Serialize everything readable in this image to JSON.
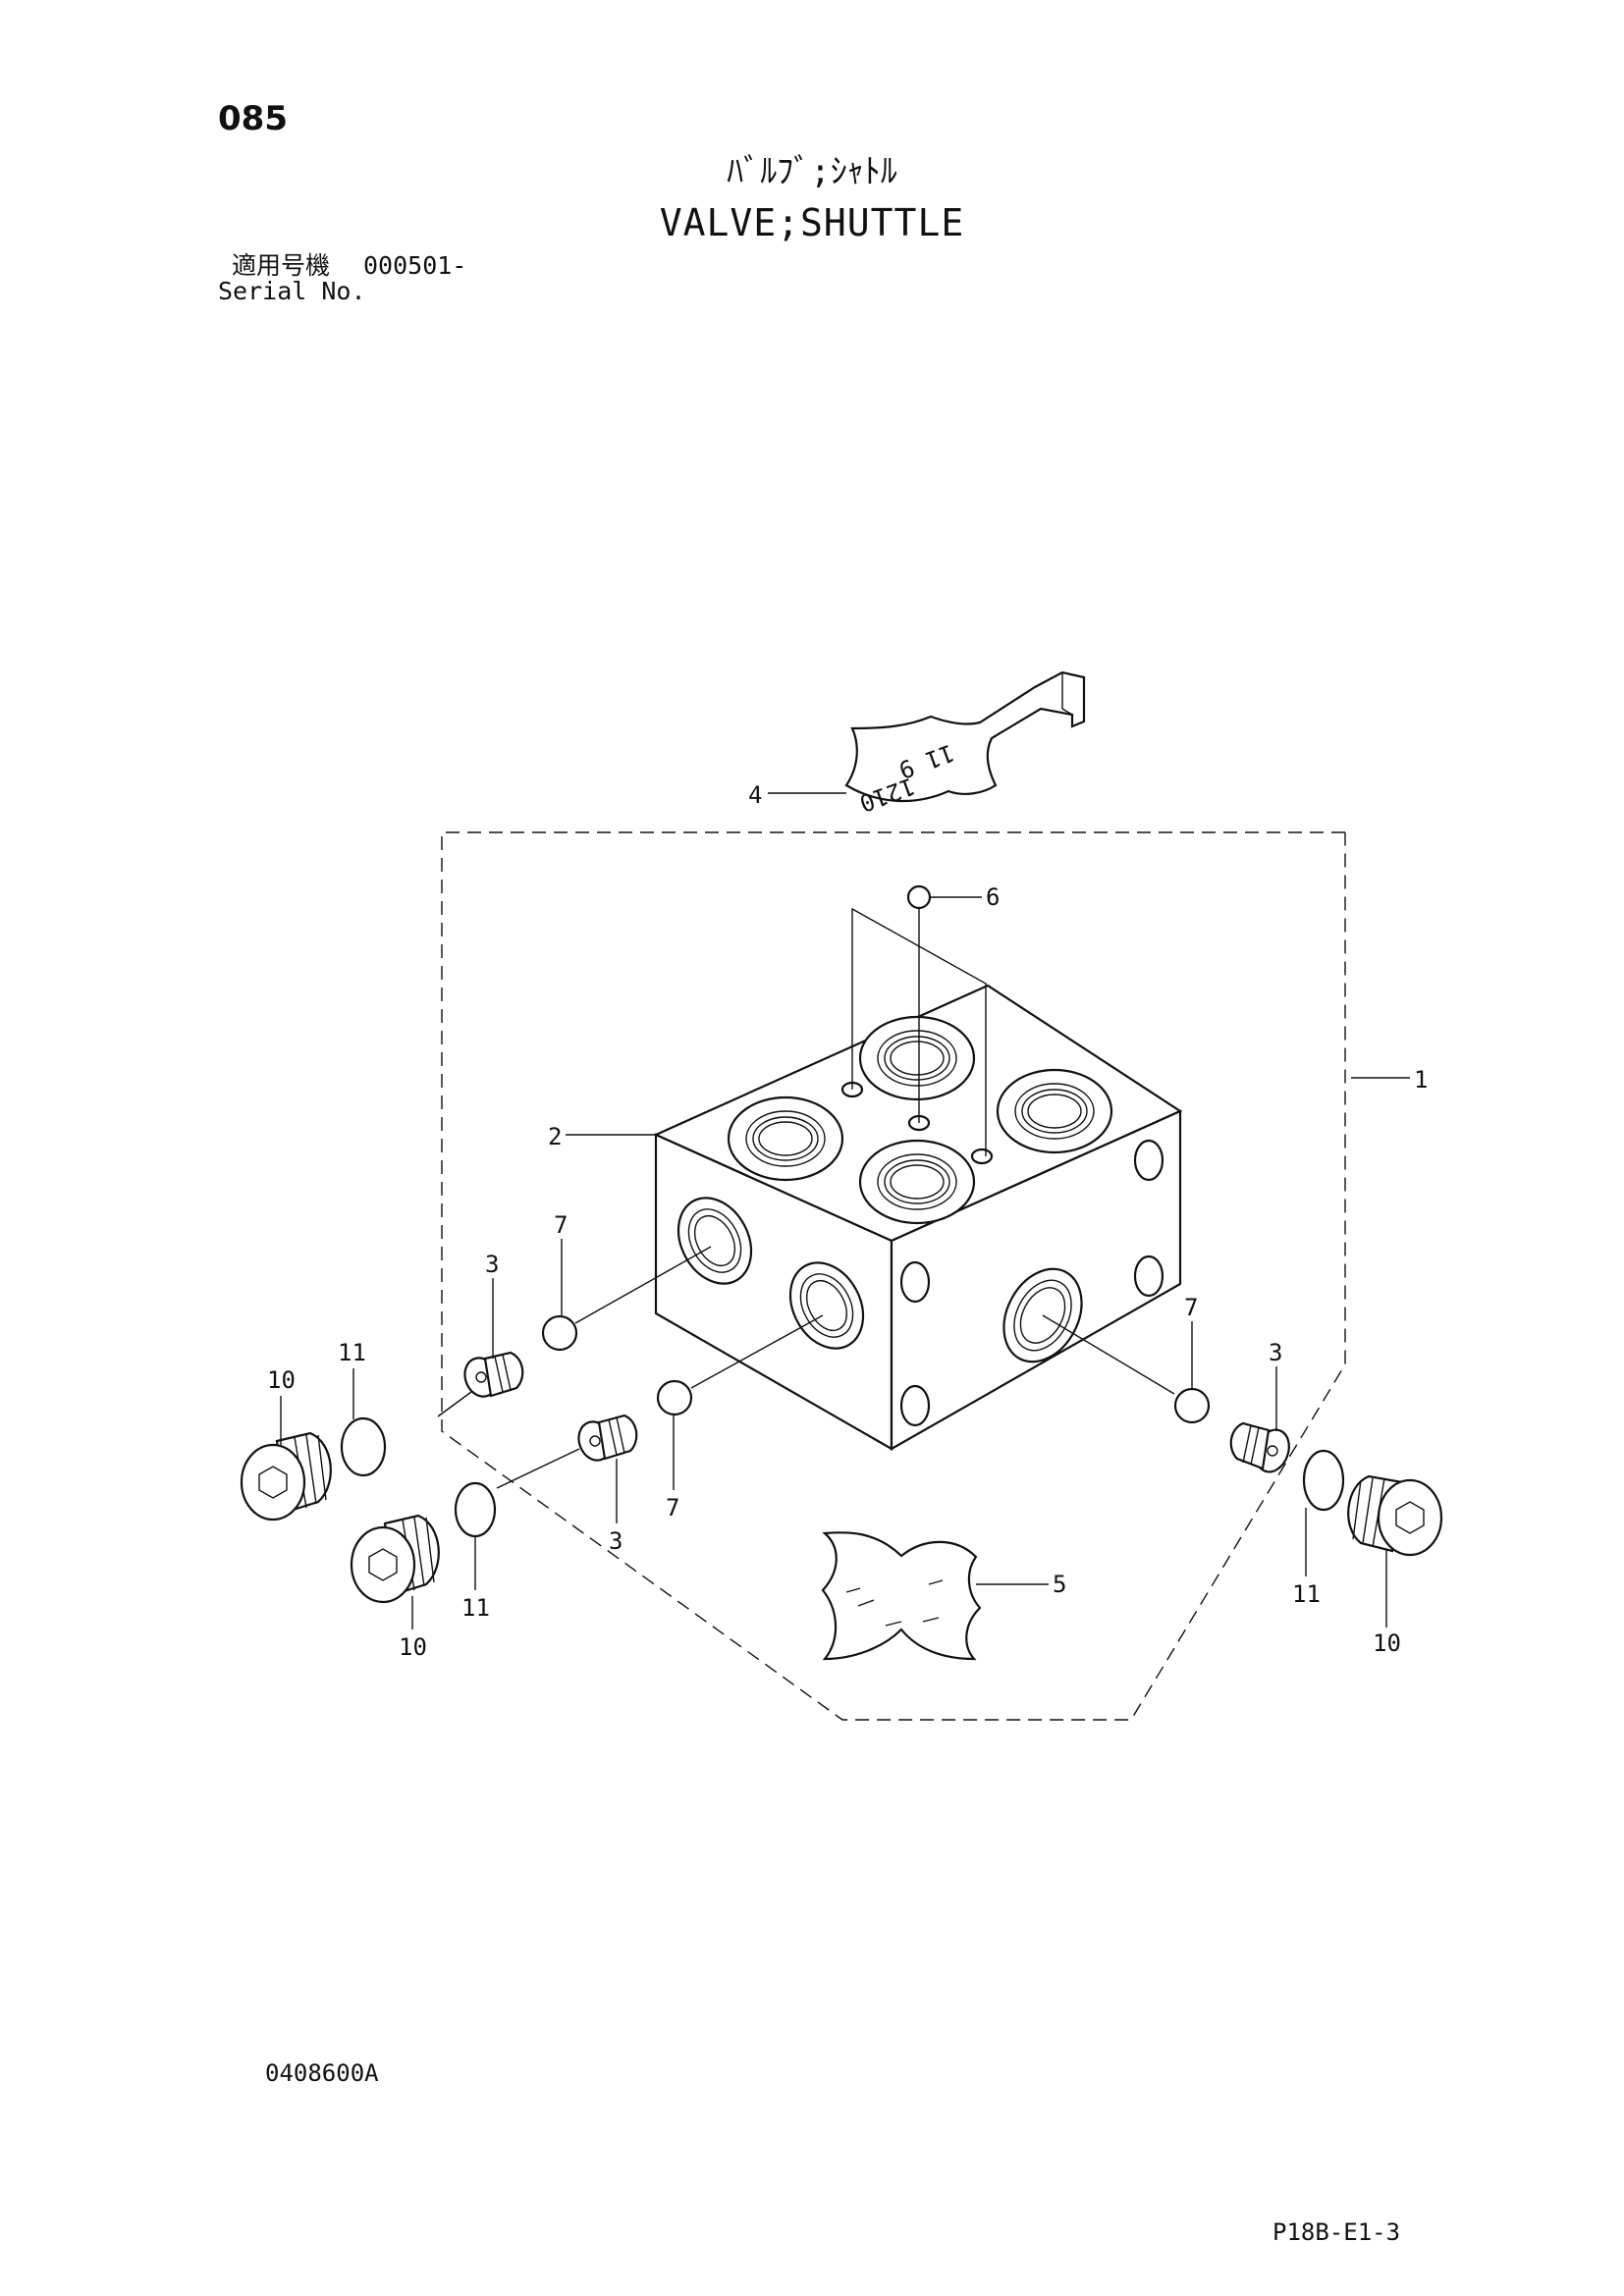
{
  "header": {
    "page_number": "085",
    "title_jp": "ﾊﾞﾙﾌﾞ;ｼｬﾄﾙ",
    "title_en": "VALVE;SHUTTLE",
    "serial_label_jp": "適用号機",
    "serial_value": "000501-",
    "serial_label_en": "Serial No."
  },
  "diagram": {
    "callouts": [
      {
        "id": "c1",
        "label": "1"
      },
      {
        "id": "c2",
        "label": "2"
      },
      {
        "id": "c3a",
        "label": "3"
      },
      {
        "id": "c3b",
        "label": "3"
      },
      {
        "id": "c3c",
        "label": "3"
      },
      {
        "id": "c4",
        "label": "4"
      },
      {
        "id": "c5",
        "label": "5"
      },
      {
        "id": "c6",
        "label": "6"
      },
      {
        "id": "c7a",
        "label": "7"
      },
      {
        "id": "c7b",
        "label": "7"
      },
      {
        "id": "c7c",
        "label": "7"
      },
      {
        "id": "c10a",
        "label": "10"
      },
      {
        "id": "c10b",
        "label": "10"
      },
      {
        "id": "c10c",
        "label": "10"
      },
      {
        "id": "c11a",
        "label": "11"
      },
      {
        "id": "c11b",
        "label": "11"
      },
      {
        "id": "c11c",
        "label": "11"
      }
    ],
    "plate_top_text": [
      "1210",
      "11 9"
    ]
  },
  "footer": {
    "drawing_number": "0408600A",
    "sheet_reference": "P18B-E1-3"
  }
}
